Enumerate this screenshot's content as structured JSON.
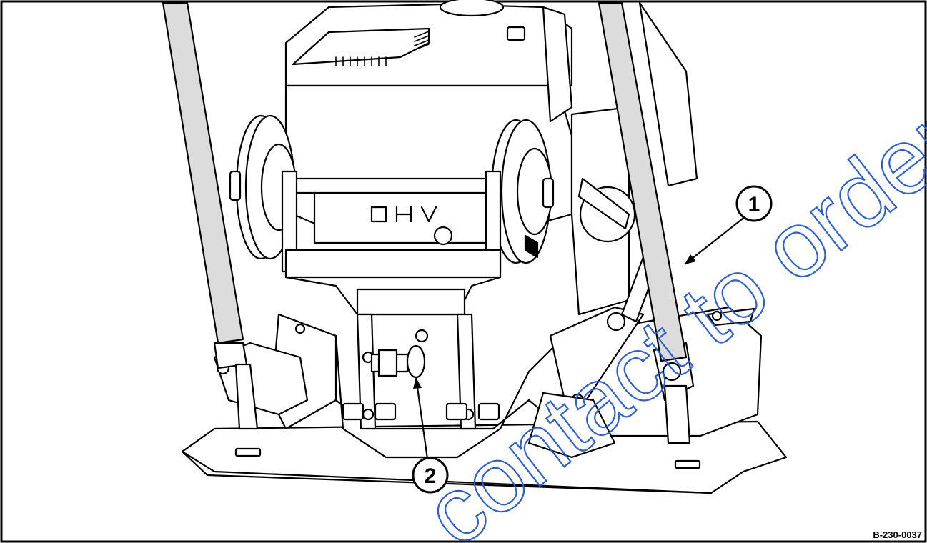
{
  "figure_id": "B-230-0037",
  "callouts": [
    {
      "label": "1"
    },
    {
      "label": "2"
    }
  ],
  "watermark": "contact to order your parts",
  "colors": {
    "line": "#000000",
    "frame": "#000000",
    "watermark": "#2a5fd6",
    "background": "#ffffff",
    "part_fill": "#ffffff",
    "shade": "#dcdcdc"
  }
}
